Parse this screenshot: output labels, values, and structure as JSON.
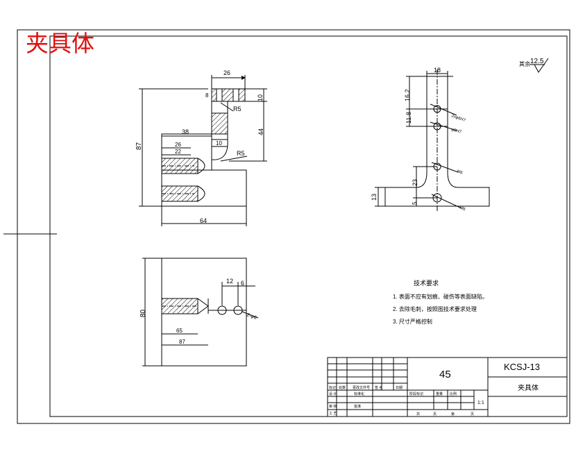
{
  "title": "夹具体",
  "roughness": {
    "label": "其余",
    "value": "12.5"
  },
  "front_view_dims": {
    "top_width": "26",
    "slot_depth": "8",
    "top_thickness": "10",
    "radius_top": "R5",
    "overall_height": "87",
    "step_width": "38",
    "step_height": "44",
    "step_offset": "10",
    "inner_26": "26",
    "inner_22": "22",
    "radius_lower": "R5",
    "overall_width": "64"
  },
  "side_view_dims": {
    "top_width": "18",
    "d1": "16.2",
    "d2": "11.8",
    "hole1": "2xφ6H7",
    "hole2": "φ8H7",
    "hole3": "M6",
    "h23": "23",
    "h5": "5",
    "h13": "13",
    "hole4": "M6"
  },
  "top_view_dims": {
    "height": "80",
    "d12": "12",
    "d6": "6",
    "dep65": "65",
    "dep87": "87",
    "holes": "2-φ6"
  },
  "tech_requirements": {
    "heading": "技术要求",
    "items": [
      "1. 表面不应有划痕、碰伤等表面缺陷。",
      "2. 去除毛刺，按照图技术要求处理",
      "3. 尺寸严格控制"
    ]
  },
  "title_block": {
    "material": "45",
    "drawing_no": "KCSJ-13",
    "part_name": "夹具体",
    "scale": "1:1",
    "headers_row": [
      "标记",
      "处数",
      "更改文件号",
      "签 名",
      "日期"
    ],
    "sign_rows": [
      "设 计",
      "审 核",
      "工 艺"
    ],
    "std_label": "标准化",
    "approve_label": "批准",
    "stage_label": "阶段标记",
    "weight_label": "重量",
    "scale_label": "比例",
    "sheets": [
      "共",
      "页",
      "第",
      "页"
    ]
  }
}
